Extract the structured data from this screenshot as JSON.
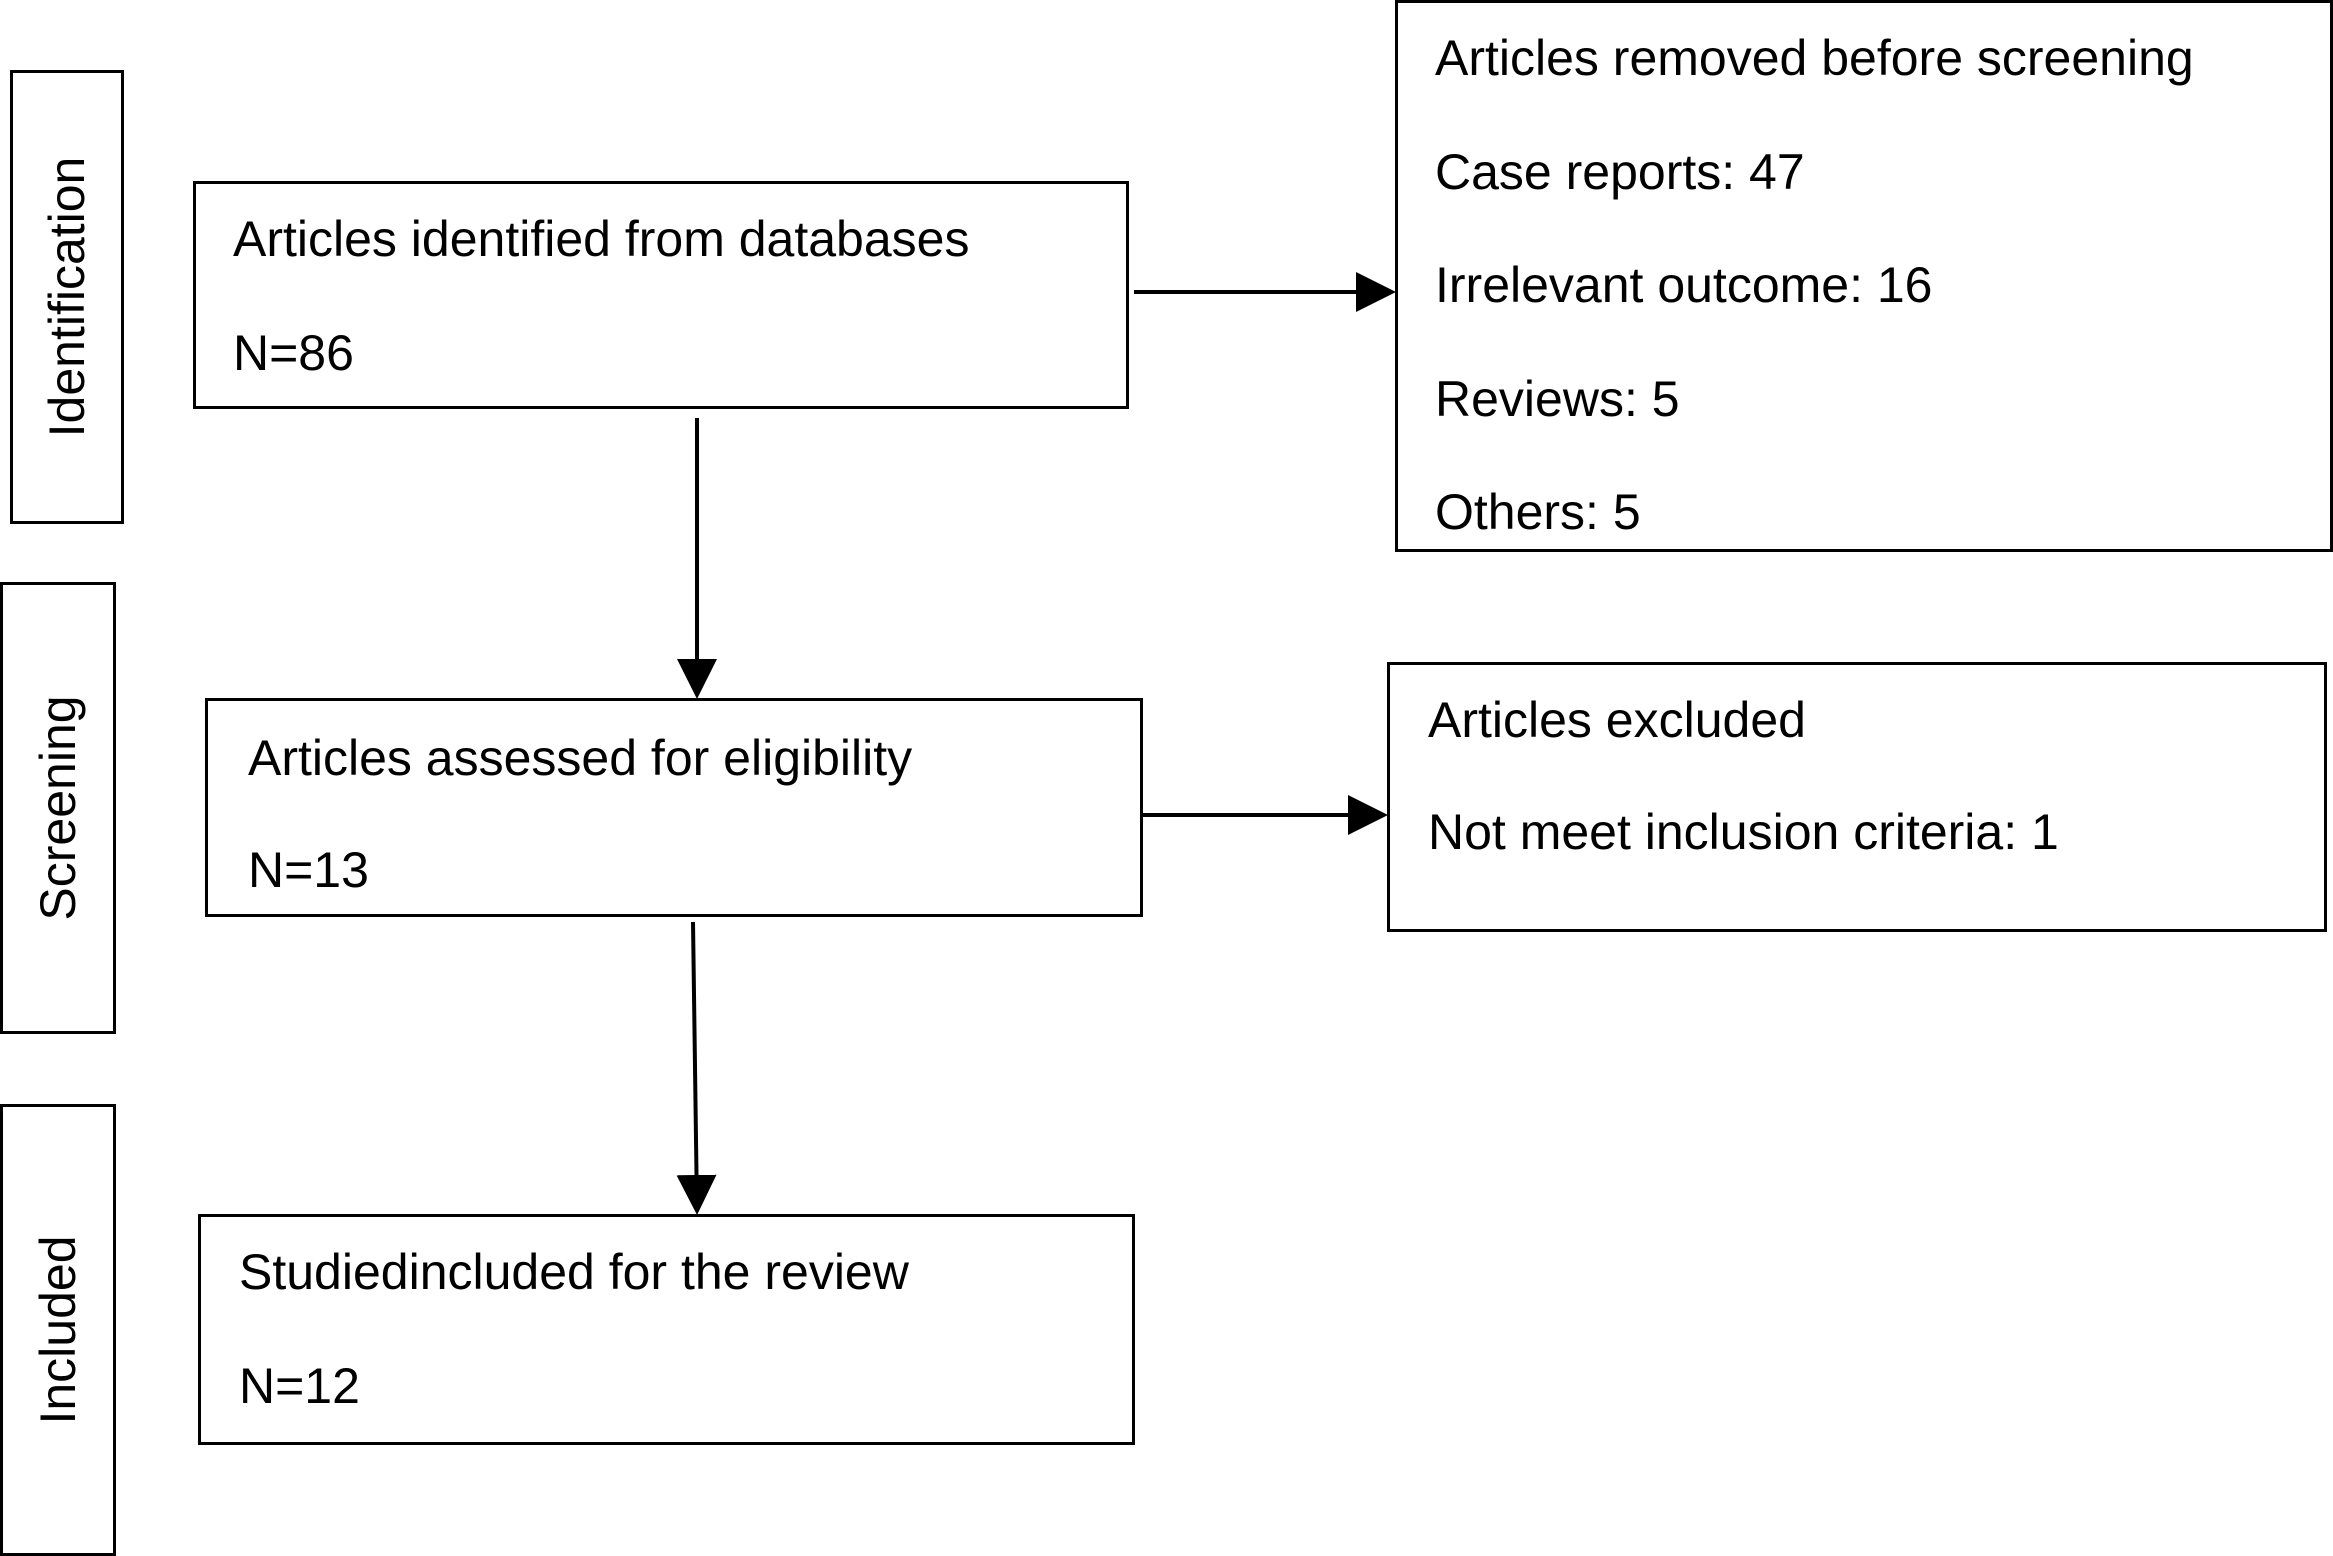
{
  "stages": {
    "identification": "Identification",
    "screening": "Screening",
    "included": "Included"
  },
  "identified": {
    "title": "Articles identified from databases",
    "count": "N=86"
  },
  "removed": {
    "title": "Articles removed before screening",
    "items": [
      "Case reports: 47",
      "Irrelevant outcome: 16",
      "Reviews: 5",
      "Others: 5"
    ]
  },
  "assessed": {
    "title": "Articles assessed for eligibility",
    "count": "N=13"
  },
  "excluded": {
    "title": "Articles excluded",
    "items": [
      "Not meet inclusion criteria: 1"
    ]
  },
  "included": {
    "title": "Studiedincluded for the review",
    "count": "N=12"
  }
}
